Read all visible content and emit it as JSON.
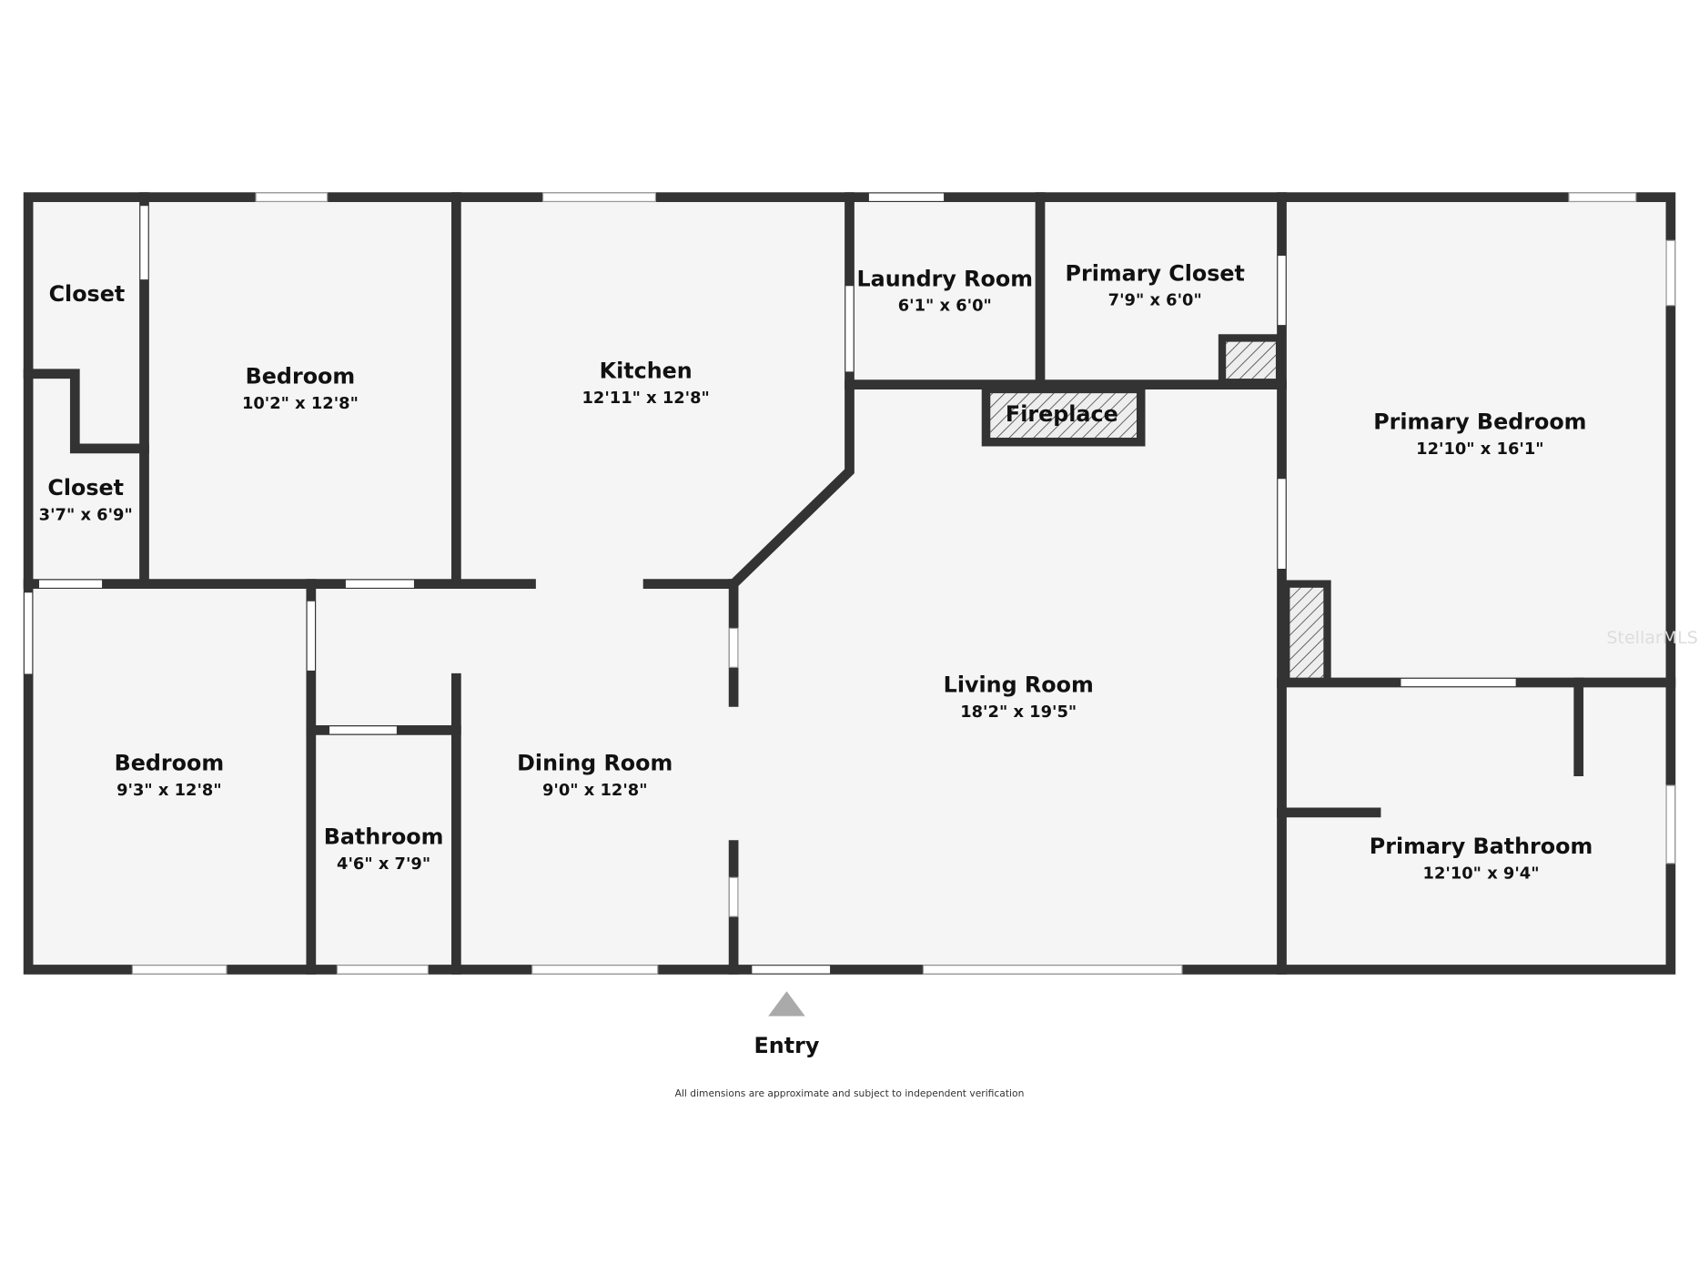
{
  "rooms": [
    {
      "name": "Closet",
      "dims": ""
    },
    {
      "name": "Closet",
      "dims": "3'7\" x 6'9\""
    },
    {
      "name": "Bedroom",
      "dims": "10'2\" x 12'8\""
    },
    {
      "name": "Kitchen",
      "dims": "12'11\" x 12'8\""
    },
    {
      "name": "Laundry Room",
      "dims": "6'1\" x 6'0\""
    },
    {
      "name": "Primary Closet",
      "dims": "7'9\" x 6'0\""
    },
    {
      "name": "Fireplace",
      "dims": ""
    },
    {
      "name": "Primary Bedroom",
      "dims": "12'10\" x 16'1\""
    },
    {
      "name": "Living Room",
      "dims": "18'2\" x 19'5\""
    },
    {
      "name": "Bedroom",
      "dims": "9'3\" x 12'8\""
    },
    {
      "name": "Dining Room",
      "dims": "9'0\" x 12'8\""
    },
    {
      "name": "Bathroom",
      "dims": "4'6\" x 7'9\""
    },
    {
      "name": "Primary Bathroom",
      "dims": "12'10\" x 9'4\""
    }
  ],
  "entry_label": "Entry",
  "disclaimer": "All dimensions are approximate and subject to independent verification",
  "watermark": "StellarMLS",
  "colors": {
    "wall": "#333333",
    "floor": "#f5f5f5",
    "entry_arrow": "#aaaaaa"
  }
}
